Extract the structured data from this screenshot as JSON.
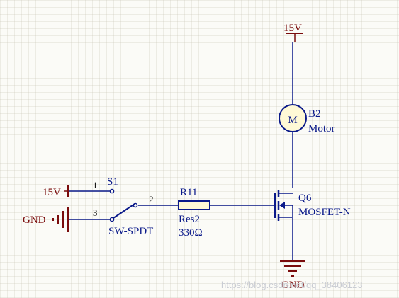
{
  "colors": {
    "wire": "#0b1a8a",
    "power": "#7a0c0c",
    "text": "#0b1a8a",
    "pin": "#111111",
    "body_fill": "#fff9d6",
    "watermark": "#c9ccd3"
  },
  "power_top": {
    "label": "15V"
  },
  "motor": {
    "designator": "B2",
    "value": "Motor",
    "glyph": "M",
    "icon": "motor-icon"
  },
  "mosfet": {
    "designator": "Q6",
    "value": "MOSFET-N",
    "icon": "n-mosfet-icon"
  },
  "resistor": {
    "designator": "R11",
    "value": "Res2",
    "resistance": "330Ω",
    "icon": "resistor-icon"
  },
  "switch": {
    "designator": "S1",
    "value": "SW-SPDT",
    "icon": "spdt-switch-icon",
    "pins": {
      "p1": "1",
      "p2": "2",
      "p3": "3"
    }
  },
  "power_left": {
    "label": "15V"
  },
  "gnd_left": {
    "label": "GND",
    "icon": "ground-icon"
  },
  "gnd_bottom": {
    "label": "GND",
    "icon": "ground-icon"
  },
  "watermark": "https://blog.csdn.net/qq_38406123"
}
